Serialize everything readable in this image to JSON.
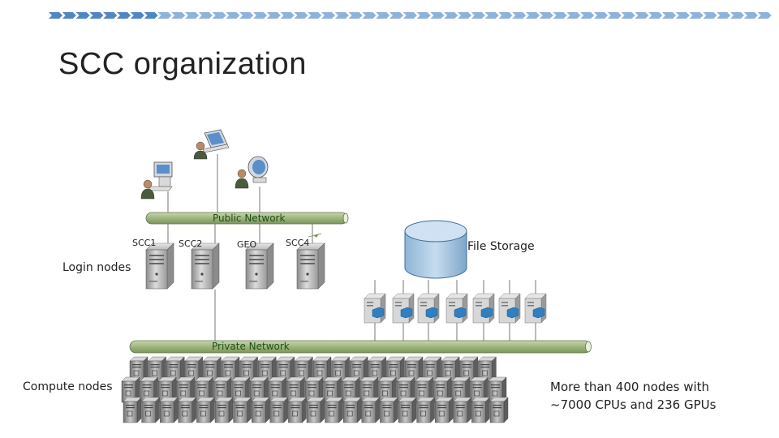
{
  "slide": {
    "title": "SCC organization",
    "accent_color": "#4f86c6"
  },
  "networks": {
    "public_label": "Public Network",
    "private_label": "Private Network",
    "pipe_color": "#a9bc8c"
  },
  "login": {
    "group_label": "Login nodes",
    "nodes": [
      "SCC1",
      "SCC2",
      "GEO",
      "SCC4"
    ]
  },
  "storage": {
    "label": "File Storage",
    "server_count": 7
  },
  "compute": {
    "group_label": "Compute nodes",
    "description_line1": "More than 400 nodes with",
    "description_line2": "~7000 CPUs and 236 GPUs"
  },
  "clients": [
    {
      "icon": "user-laptop-icon"
    },
    {
      "icon": "user-workstation-icon"
    },
    {
      "icon": "user-monitor-icon"
    }
  ]
}
